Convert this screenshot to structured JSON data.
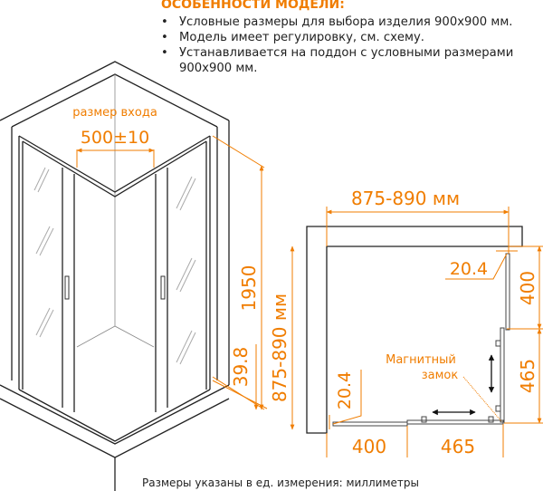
{
  "header": {
    "title": "ОСОБЕННОСТИ МОДЕЛИ:"
  },
  "features": [
    "Условные размеры для выбора изделия 900х900 мм.",
    "Модель имеет регулировку, см. схему.",
    "Устанавливается на поддон с условными размерами 900х900 мм."
  ],
  "iso": {
    "entry_label": "размер входа",
    "entry_value": "500±10",
    "height": "1950",
    "base": "39.8",
    "depth": "875-890 мм"
  },
  "plan": {
    "width": "875-890 мм",
    "offset_top": "20.4",
    "offset_left": "20.4",
    "right_upper": "400",
    "right_lower": "465",
    "bottom_left": "400",
    "bottom_right": "465",
    "lock_line1": "Магнитный",
    "lock_line2": "замок"
  },
  "caption": "Размеры указаны в ед. измерения: миллиметры",
  "colors": {
    "accent": "#f07d00",
    "line": "#222222"
  }
}
